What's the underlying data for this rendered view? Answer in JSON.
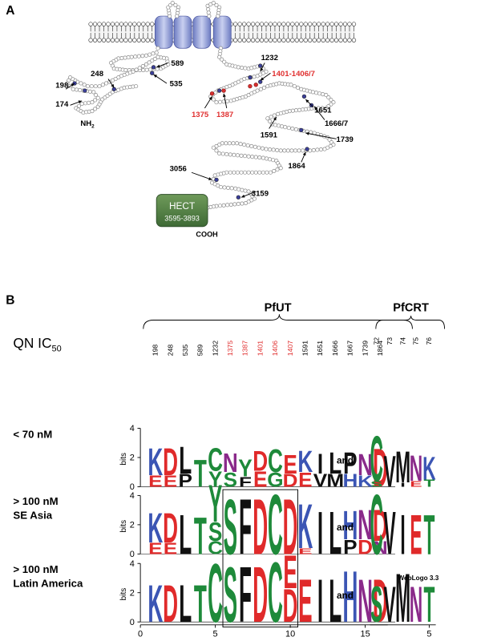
{
  "panel_a": {
    "label": "A",
    "site_labels": [
      {
        "text": "198",
        "highlight": false
      },
      {
        "text": "248",
        "highlight": false
      },
      {
        "text": "589",
        "highlight": false
      },
      {
        "text": "535",
        "highlight": false
      },
      {
        "text": "174",
        "highlight": false
      },
      {
        "text": "NH2",
        "highlight": false
      },
      {
        "text": "1232",
        "highlight": false
      },
      {
        "text": "1401-1406/7",
        "highlight": true
      },
      {
        "text": "1375",
        "highlight": true
      },
      {
        "text": "1387",
        "highlight": true
      },
      {
        "text": "1651",
        "highlight": false
      },
      {
        "text": "1591",
        "highlight": false
      },
      {
        "text": "1666/7",
        "highlight": false
      },
      {
        "text": "1739",
        "highlight": false
      },
      {
        "text": "1864",
        "highlight": false
      },
      {
        "text": "3056",
        "highlight": false
      },
      {
        "text": "3159",
        "highlight": false
      }
    ],
    "hect": {
      "name": "HECT",
      "range": "3595-3893"
    },
    "cooh": "COOH"
  },
  "panel_b": {
    "label": "B",
    "pfut_title": "PfUT",
    "pfcrt_title": "PfCRT",
    "row_header": "QN IC50",
    "pfut_positions": [
      {
        "text": "198",
        "highlight": false
      },
      {
        "text": "248",
        "highlight": false
      },
      {
        "text": "535",
        "highlight": false
      },
      {
        "text": "589",
        "highlight": false
      },
      {
        "text": "1232",
        "highlight": false
      },
      {
        "text": "1375",
        "highlight": true
      },
      {
        "text": "1387",
        "highlight": true
      },
      {
        "text": "1401",
        "highlight": true
      },
      {
        "text": "1406",
        "highlight": true
      },
      {
        "text": "1407",
        "highlight": true
      },
      {
        "text": "1591",
        "highlight": false
      },
      {
        "text": "1651",
        "highlight": false
      },
      {
        "text": "1666",
        "highlight": false
      },
      {
        "text": "1667",
        "highlight": false
      },
      {
        "text": "1739",
        "highlight": false
      },
      {
        "text": "1864",
        "highlight": false
      }
    ],
    "pfcrt_positions": [
      "72",
      "73",
      "74",
      "75",
      "76"
    ],
    "y_axis_label": "bits",
    "y_ticks": [
      "0",
      "2",
      "4"
    ],
    "x_ticks_pfut": [
      "0",
      "5",
      "10",
      "15"
    ],
    "x_tick_pfcrt": "5",
    "joiner": "and",
    "groups": [
      {
        "label_lines": [
          "< 70 nM"
        ],
        "pfut": [
          [
            {
              "l": "K",
              "h": 1.9
            },
            {
              "l": "E",
              "h": 0.8
            }
          ],
          [
            {
              "l": "D",
              "h": 1.9
            },
            {
              "l": "E",
              "h": 0.8
            }
          ],
          [
            {
              "l": "L",
              "h": 1.9
            },
            {
              "l": "P",
              "h": 0.9
            }
          ],
          [
            {
              "l": "T",
              "h": 1.9
            }
          ],
          [
            {
              "l": "C",
              "h": 1.6
            },
            {
              "l": "Y",
              "h": 1.1
            }
          ],
          [
            {
              "l": "N",
              "h": 1.3
            },
            {
              "l": "S",
              "h": 1.0
            }
          ],
          [
            {
              "l": "Y",
              "h": 1.2
            },
            {
              "l": "F",
              "h": 0.7
            }
          ],
          [
            {
              "l": "D",
              "h": 1.4
            },
            {
              "l": "E",
              "h": 1.1
            }
          ],
          [
            {
              "l": "C",
              "h": 1.6
            },
            {
              "l": "G",
              "h": 1.0
            }
          ],
          [
            {
              "l": "E",
              "h": 1.3
            },
            {
              "l": "D",
              "h": 0.9
            }
          ],
          [
            {
              "l": "K",
              "h": 1.5
            },
            {
              "l": "E",
              "h": 1.0
            }
          ],
          [
            {
              "l": "I",
              "h": 1.4
            },
            {
              "l": "V",
              "h": 0.9
            }
          ],
          [
            {
              "l": "L",
              "h": 1.5
            },
            {
              "l": "M",
              "h": 0.9
            }
          ],
          [
            {
              "l": "P",
              "h": 1.5
            },
            {
              "l": "H",
              "h": 0.9
            }
          ],
          [
            {
              "l": "N",
              "h": 1.5
            },
            {
              "l": "K",
              "h": 0.8
            }
          ],
          [
            {
              "l": "D",
              "h": 2.7
            }
          ]
        ],
        "pfcrt": [
          [
            {
              "l": "C",
              "h": 3.2
            },
            {
              "l": "S",
              "h": 0.4
            }
          ],
          [
            {
              "l": "V",
              "h": 2.2
            }
          ],
          [
            {
              "l": "M",
              "h": 2.2
            },
            {
              "l": "I",
              "h": 0.3
            }
          ],
          [
            {
              "l": "N",
              "h": 1.8
            },
            {
              "l": "E",
              "h": 0.4
            }
          ],
          [
            {
              "l": "K",
              "h": 1.6
            },
            {
              "l": "T",
              "h": 0.5
            }
          ]
        ]
      },
      {
        "label_lines": [
          "> 100 nM",
          "SE Asia"
        ],
        "pfut": [
          [
            {
              "l": "K",
              "h": 2.1
            },
            {
              "l": "E",
              "h": 0.8
            }
          ],
          [
            {
              "l": "D",
              "h": 2.1
            },
            {
              "l": "E",
              "h": 0.8
            }
          ],
          [
            {
              "l": "L",
              "h": 2.8
            }
          ],
          [
            {
              "l": "T",
              "h": 2.6
            }
          ],
          [
            {
              "l": "Y",
              "h": 2.6
            },
            {
              "l": "S",
              "h": 1.3
            },
            {
              "l": "C",
              "h": 0.9
            }
          ],
          [
            {
              "l": "S",
              "h": 3.9
            }
          ],
          [
            {
              "l": "F",
              "h": 3.9
            }
          ],
          [
            {
              "l": "D",
              "h": 3.9
            }
          ],
          [
            {
              "l": "C",
              "h": 4.2
            }
          ],
          [
            {
              "l": "D",
              "h": 3.9
            }
          ],
          [
            {
              "l": "K",
              "h": 3.1
            },
            {
              "l": "E",
              "h": 0.4
            }
          ],
          [
            {
              "l": "I",
              "h": 3.0
            }
          ],
          [
            {
              "l": "L",
              "h": 3.0
            }
          ],
          [
            {
              "l": "H",
              "h": 2.0
            },
            {
              "l": "P",
              "h": 1.0
            }
          ],
          [
            {
              "l": "N",
              "h": 2.1
            },
            {
              "l": "D",
              "h": 1.0
            }
          ],
          [
            {
              "l": "D",
              "h": 2.2
            },
            {
              "l": "N",
              "h": 0.9
            }
          ]
        ],
        "pfcrt": [
          [
            {
              "l": "C",
              "h": 4.2
            }
          ],
          [
            {
              "l": "V",
              "h": 3.0
            }
          ],
          [
            {
              "l": "I",
              "h": 2.8
            }
          ],
          [
            {
              "l": "E",
              "h": 2.8
            }
          ],
          [
            {
              "l": "T",
              "h": 2.8
            }
          ]
        ]
      },
      {
        "label_lines": [
          "> 100 nM",
          "Latin America"
        ],
        "pfut": [
          [
            {
              "l": "K",
              "h": 2.6
            }
          ],
          [
            {
              "l": "D",
              "h": 2.6
            }
          ],
          [
            {
              "l": "L",
              "h": 2.6
            }
          ],
          [
            {
              "l": "T",
              "h": 2.6
            }
          ],
          [
            {
              "l": "C",
              "h": 4.1
            }
          ],
          [
            {
              "l": "S",
              "h": 3.9
            }
          ],
          [
            {
              "l": "F",
              "h": 3.9
            }
          ],
          [
            {
              "l": "D",
              "h": 3.9
            }
          ],
          [
            {
              "l": "C",
              "h": 4.2
            }
          ],
          [
            {
              "l": "D",
              "h": 2.3
            },
            {
              "l": "E",
              "h": 2.3
            }
          ],
          [
            {
              "l": "E",
              "h": 3.0
            }
          ],
          [
            {
              "l": "I",
              "h": 3.0
            }
          ],
          [
            {
              "l": "L",
              "h": 3.0
            }
          ],
          [
            {
              "l": "H",
              "h": 3.6
            }
          ],
          [
            {
              "l": "N",
              "h": 3.0
            }
          ],
          [
            {
              "l": "D",
              "h": 3.0
            }
          ]
        ],
        "pfcrt": [
          [
            {
              "l": "S",
              "h": 2.5
            }
          ],
          [
            {
              "l": "V",
              "h": 2.5
            }
          ],
          [
            {
              "l": "M",
              "h": 3.4
            }
          ],
          [
            {
              "l": "N",
              "h": 2.5
            }
          ],
          [
            {
              "l": "T",
              "h": 2.5
            }
          ]
        ]
      }
    ],
    "letter_colors": {
      "K": "#3b55b4",
      "R": "#3b55b4",
      "H": "#3b55b4",
      "D": "#e02a2a",
      "E": "#e02a2a",
      "C": "#1e8a3a",
      "G": "#1e8a3a",
      "S": "#1e8a3a",
      "T": "#1e8a3a",
      "Y": "#1e8a3a",
      "N": "#8a2a8a",
      "Q": "#8a2a8a",
      "L": "#111111",
      "I": "#111111",
      "V": "#111111",
      "M": "#111111",
      "F": "#111111",
      "P": "#111111",
      "A": "#111111",
      "W": "#111111"
    },
    "highlight_color": "#e03030",
    "footer": "WebLogo 3.3"
  }
}
